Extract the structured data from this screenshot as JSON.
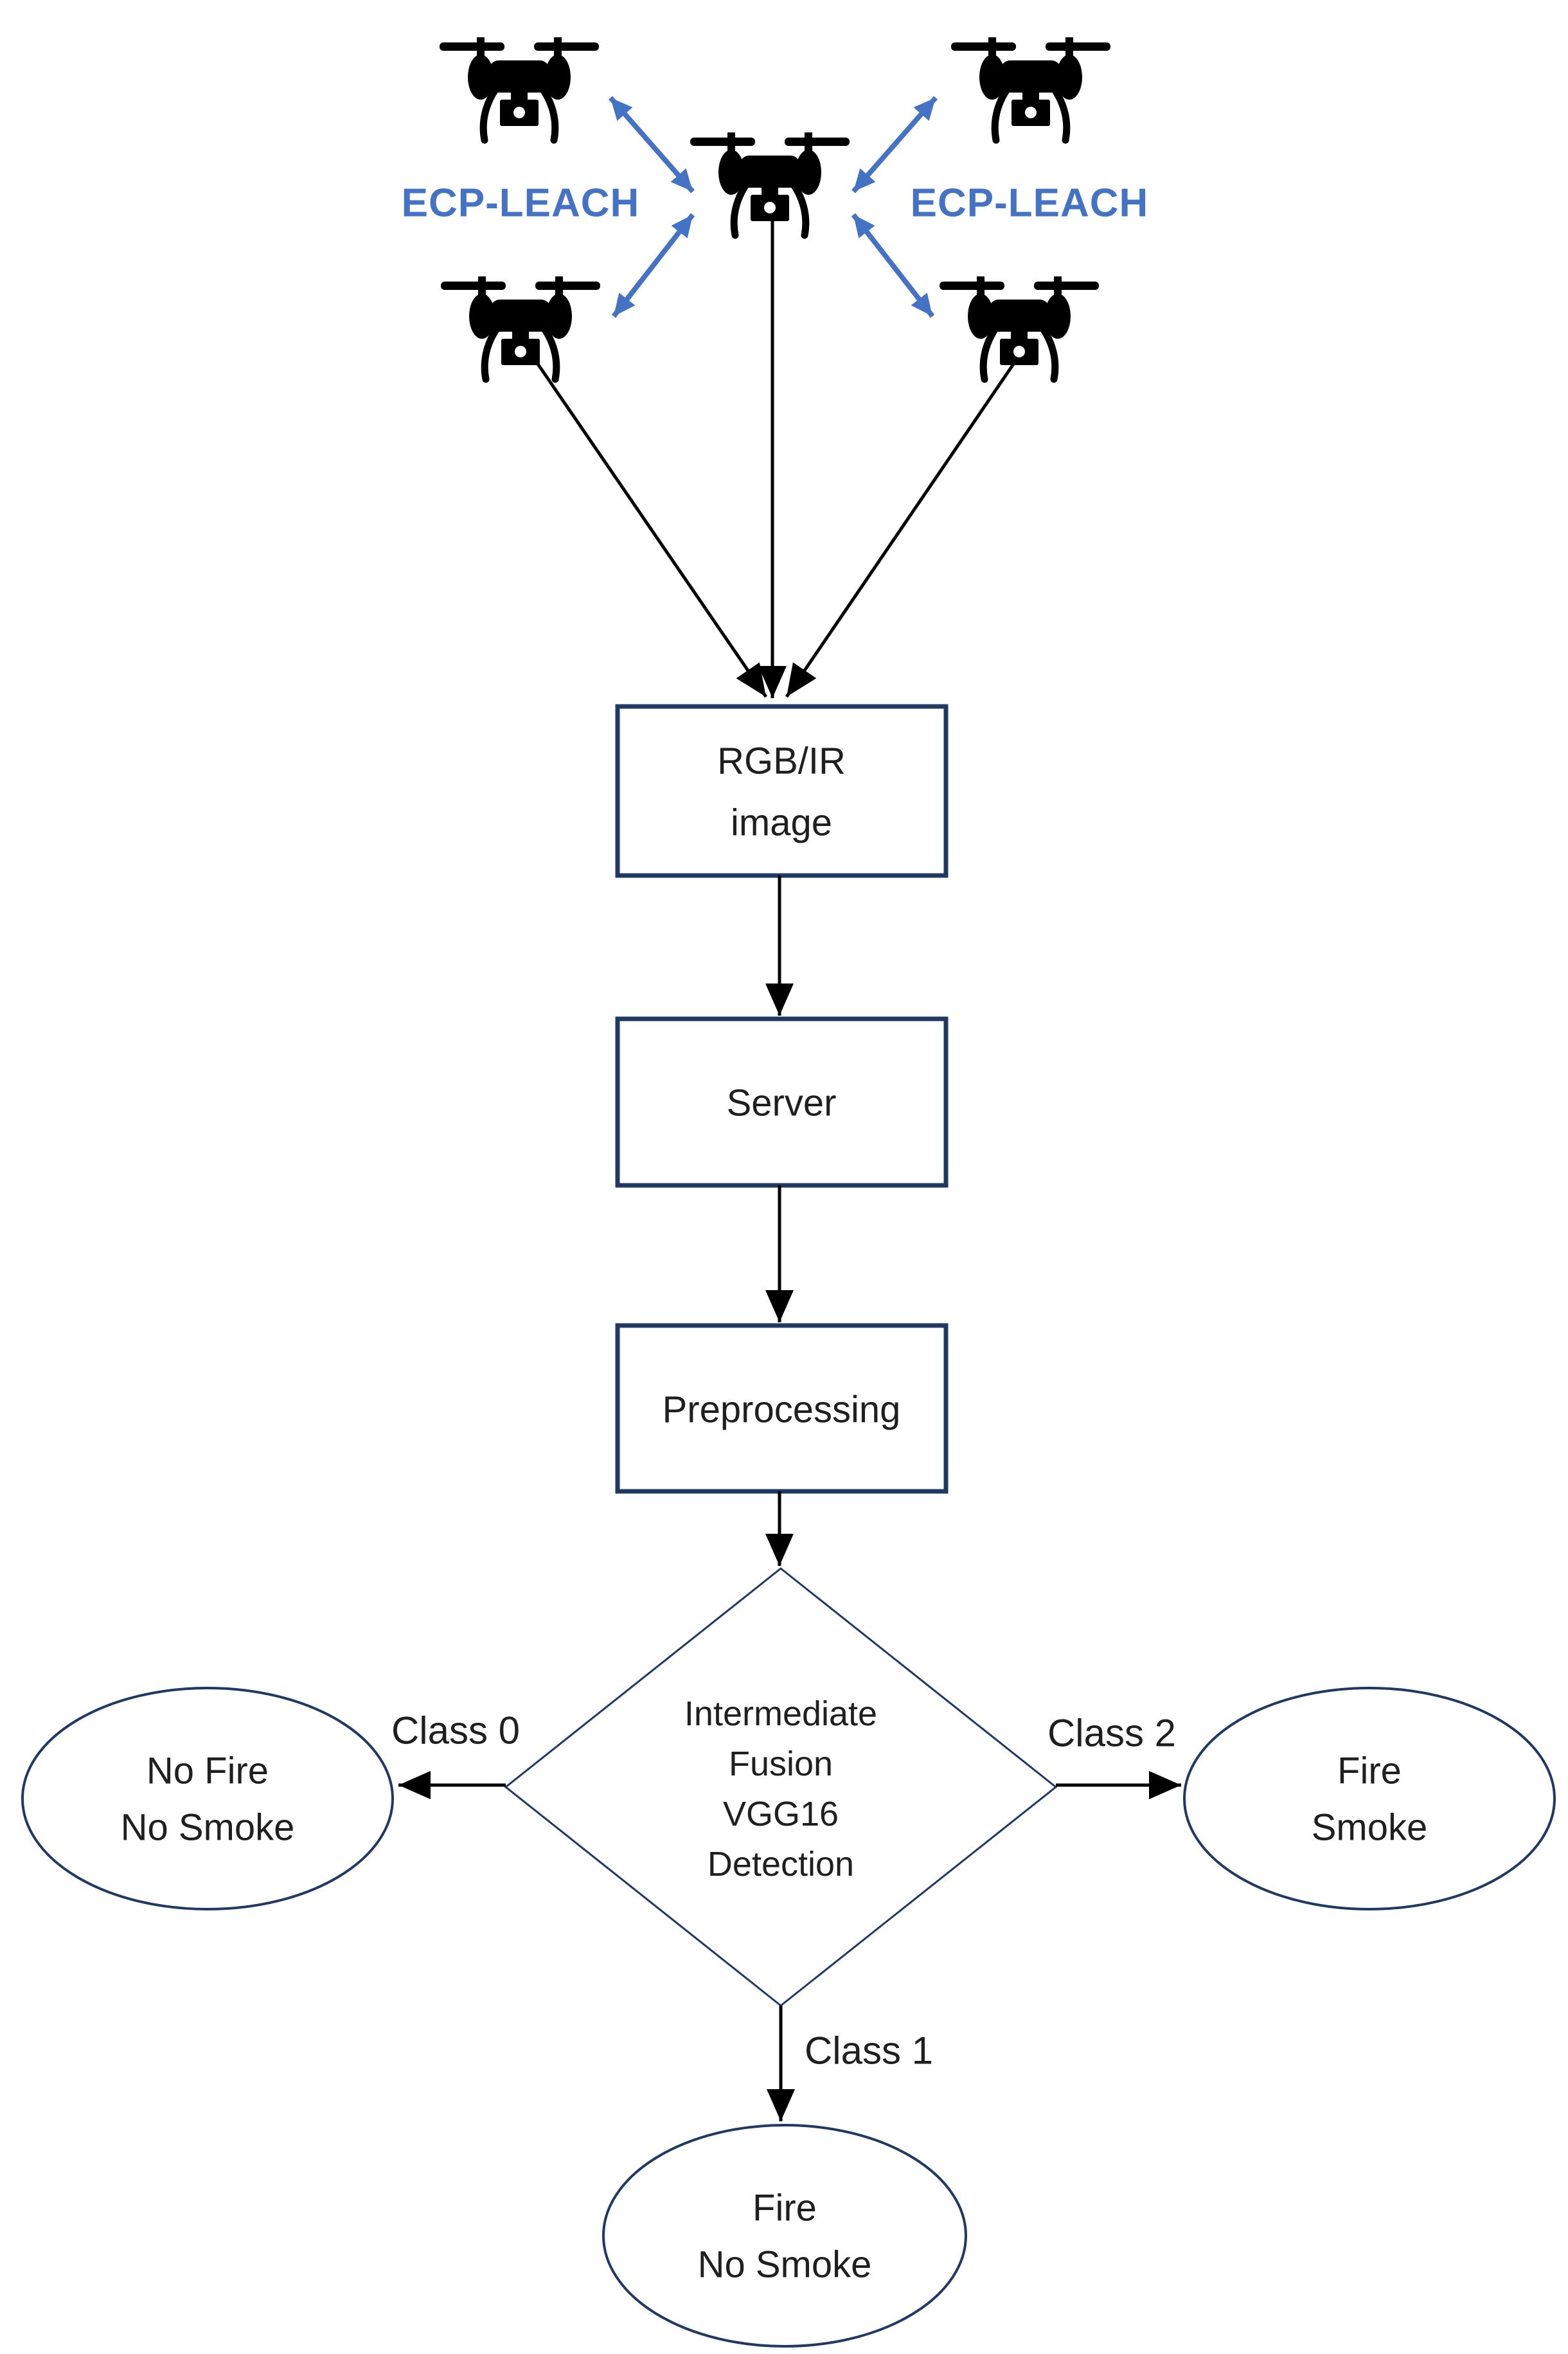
{
  "colors": {
    "accent_blue": "#4472C4",
    "outline_navy": "#203864",
    "connector_black": "#000000",
    "text_dark": "#1F1F1F",
    "background": "#FFFFFF"
  },
  "cluster": {
    "left_protocol_label": "ECP-LEACH",
    "right_protocol_label": "ECP-LEACH",
    "drone_icons": [
      "drone-icon-top-left",
      "drone-icon-top-right",
      "drone-icon-center",
      "drone-icon-bottom-left",
      "drone-icon-bottom-right"
    ]
  },
  "nodes": {
    "rgb_image": {
      "shape": "rectangle",
      "lines": [
        "RGB/IR",
        "image"
      ]
    },
    "server": {
      "shape": "rectangle",
      "label": "Server"
    },
    "preprocessing": {
      "shape": "rectangle",
      "label": "Preprocessing"
    },
    "decision": {
      "shape": "diamond",
      "lines": [
        "Intermediate",
        "Fusion",
        "VGG16",
        "Detection"
      ]
    },
    "no_fire_no_smoke": {
      "shape": "ellipse",
      "lines": [
        "No Fire",
        "No Smoke"
      ]
    },
    "fire_smoke": {
      "shape": "ellipse",
      "lines": [
        "Fire",
        "Smoke"
      ]
    },
    "fire_no_smoke": {
      "shape": "ellipse",
      "lines": [
        "Fire",
        "No Smoke"
      ]
    }
  },
  "edge_labels": {
    "class0": "Class 0",
    "class1": "Class 1",
    "class2": "Class 2"
  }
}
